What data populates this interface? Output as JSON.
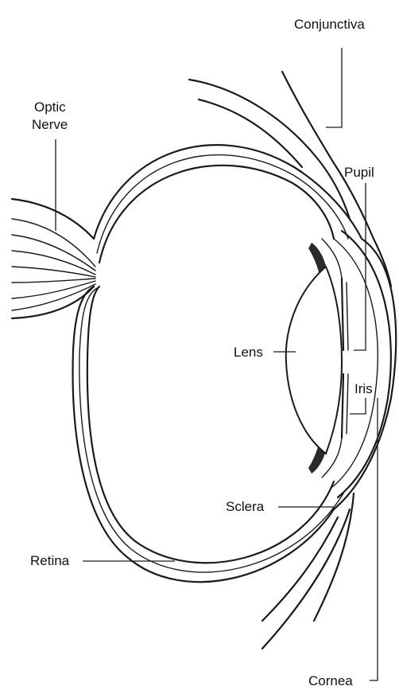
{
  "labels": {
    "conjunctiva": "Conjunctiva",
    "optic_nerve_line1": "Optic",
    "optic_nerve_line2": "Nerve",
    "pupil": "Pupil",
    "lens": "Lens",
    "iris": "Iris",
    "sclera": "Sclera",
    "retina": "Retina",
    "cornea": "Cornea"
  }
}
